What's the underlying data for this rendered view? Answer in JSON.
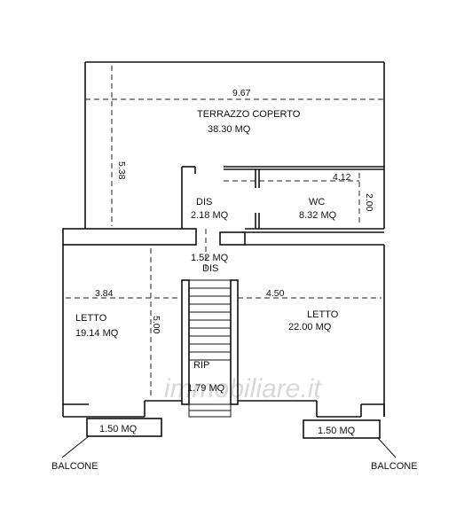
{
  "watermark": "immobiliare.it",
  "rooms": {
    "terrace": {
      "name": "TERRAZZO COPERTO",
      "area": "38.30 MQ",
      "width": "9.67",
      "height": "5.38"
    },
    "dis_upper": {
      "name": "DIS",
      "area": "2.18 MQ"
    },
    "wc": {
      "name": "WC",
      "area": "8.32 MQ",
      "width": "4.12",
      "height": "2.00"
    },
    "dis_center": {
      "name": "DIS",
      "area": "1.52 MQ"
    },
    "letto_left": {
      "name": "LETTO",
      "area": "19.14 MQ",
      "width": "3.84",
      "height": "5.00"
    },
    "letto_right": {
      "name": "LETTO",
      "area": "22.00 MQ",
      "width": "4.50"
    },
    "rip": {
      "name": "RIP",
      "area": "1.79 MQ"
    },
    "balcone_left": {
      "name": "BALCONE",
      "area": "1.50 MQ"
    },
    "balcone_right": {
      "name": "BALCONE",
      "area": "1.50 MQ"
    }
  }
}
